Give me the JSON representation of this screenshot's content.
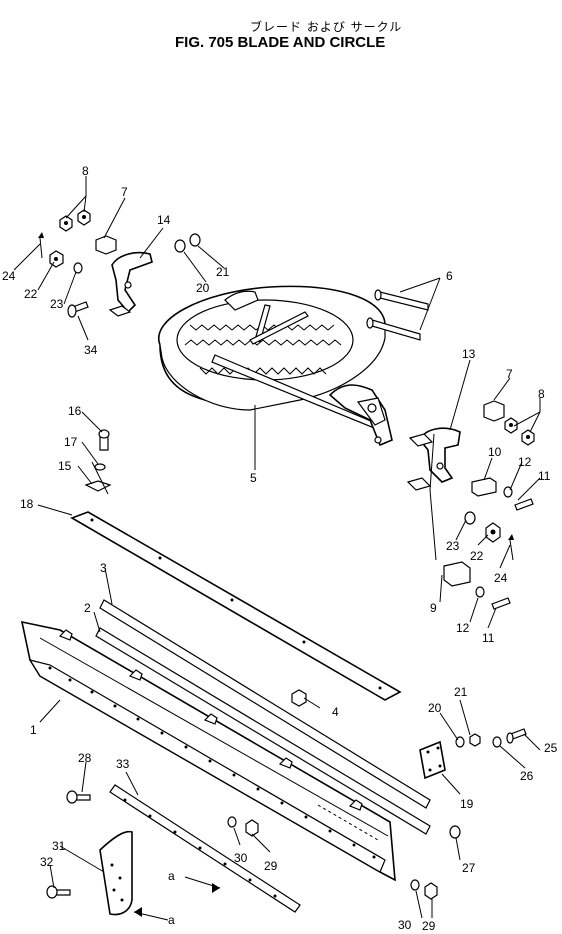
{
  "title": {
    "japanese": "ブレード および サークル",
    "english": "FIG. 705  BLADE AND CIRCLE"
  },
  "callouts": [
    "1",
    "2",
    "3",
    "4",
    "5",
    "6",
    "7",
    "8",
    "9",
    "10",
    "11",
    "12",
    "13",
    "14",
    "15",
    "16",
    "17",
    "18",
    "19",
    "20",
    "21",
    "22",
    "23",
    "24",
    "25",
    "26",
    "27",
    "28",
    "29",
    "30",
    "31",
    "32",
    "33",
    "34",
    "a"
  ],
  "labels": [
    {
      "id": "l8a",
      "text": "8"
    },
    {
      "id": "l7a",
      "text": "7"
    },
    {
      "id": "l14",
      "text": "14"
    },
    {
      "id": "l24a",
      "text": "24"
    },
    {
      "id": "l22a",
      "text": "22"
    },
    {
      "id": "l20a",
      "text": "20"
    },
    {
      "id": "l21a",
      "text": "21"
    },
    {
      "id": "l23a",
      "text": "23"
    },
    {
      "id": "l34",
      "text": "34"
    },
    {
      "id": "l6",
      "text": "6"
    },
    {
      "id": "l13",
      "text": "13"
    },
    {
      "id": "l7b",
      "text": "7"
    },
    {
      "id": "l8b",
      "text": "8"
    },
    {
      "id": "l5",
      "text": "5"
    },
    {
      "id": "l16",
      "text": "16"
    },
    {
      "id": "l17",
      "text": "17"
    },
    {
      "id": "l15",
      "text": "15"
    },
    {
      "id": "l10",
      "text": "10"
    },
    {
      "id": "l12a",
      "text": "12"
    },
    {
      "id": "l11a",
      "text": "11"
    },
    {
      "id": "l18",
      "text": "18"
    },
    {
      "id": "l23b",
      "text": "23"
    },
    {
      "id": "l22b",
      "text": "22"
    },
    {
      "id": "l24b",
      "text": "24"
    },
    {
      "id": "l3",
      "text": "3"
    },
    {
      "id": "l9",
      "text": "9"
    },
    {
      "id": "l12b",
      "text": "12"
    },
    {
      "id": "l11b",
      "text": "11"
    },
    {
      "id": "l2",
      "text": "2"
    },
    {
      "id": "l4",
      "text": "4"
    },
    {
      "id": "l1",
      "text": "1"
    },
    {
      "id": "l21b",
      "text": "21"
    },
    {
      "id": "l20b",
      "text": "20"
    },
    {
      "id": "l25",
      "text": "25"
    },
    {
      "id": "l26",
      "text": "26"
    },
    {
      "id": "l28",
      "text": "28"
    },
    {
      "id": "l33",
      "text": "33"
    },
    {
      "id": "l19",
      "text": "19"
    },
    {
      "id": "l30a",
      "text": "30"
    },
    {
      "id": "l29a",
      "text": "29"
    },
    {
      "id": "l27",
      "text": "27"
    },
    {
      "id": "l31",
      "text": "31"
    },
    {
      "id": "l32",
      "text": "32"
    },
    {
      "id": "la1",
      "text": "a"
    },
    {
      "id": "la2",
      "text": "a"
    },
    {
      "id": "l30b",
      "text": "30"
    },
    {
      "id": "l29b",
      "text": "29"
    }
  ]
}
